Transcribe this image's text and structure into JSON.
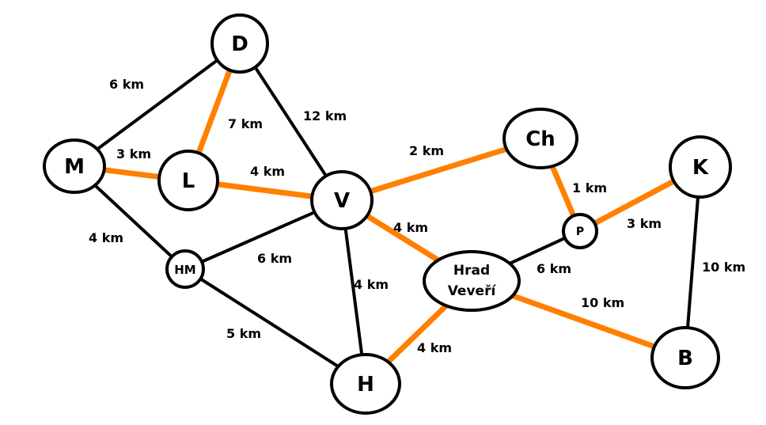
{
  "colors": {
    "highlight_edge": "#ff8000",
    "normal_edge": "#000000",
    "node_stroke": "#000000"
  },
  "nodes": [
    {
      "id": "D",
      "label": "D"
    },
    {
      "id": "M",
      "label": "M"
    },
    {
      "id": "L",
      "label": "L"
    },
    {
      "id": "V",
      "label": "V"
    },
    {
      "id": "HM",
      "label": "HM"
    },
    {
      "id": "H",
      "label": "H"
    },
    {
      "id": "HV",
      "label_lines": [
        "Hrad",
        "Veveří"
      ]
    },
    {
      "id": "Ch",
      "label": "Ch"
    },
    {
      "id": "P",
      "label": "P"
    },
    {
      "id": "K",
      "label": "K"
    },
    {
      "id": "B",
      "label": "B"
    }
  ],
  "edges": [
    {
      "from": "M",
      "to": "D",
      "label": "6 km",
      "highlighted": false
    },
    {
      "from": "D",
      "to": "L",
      "label": "7 km",
      "highlighted": true
    },
    {
      "from": "D",
      "to": "V",
      "label": "12 km",
      "highlighted": false
    },
    {
      "from": "M",
      "to": "L",
      "label": "3 km",
      "highlighted": true
    },
    {
      "from": "L",
      "to": "V",
      "label": "4 km",
      "highlighted": true
    },
    {
      "from": "M",
      "to": "HM",
      "label": "4 km",
      "highlighted": false
    },
    {
      "from": "HM",
      "to": "V",
      "label": "6 km",
      "highlighted": false
    },
    {
      "from": "HM",
      "to": "H",
      "label": "5 km",
      "highlighted": false
    },
    {
      "from": "V",
      "to": "H",
      "label": "4 km",
      "highlighted": false
    },
    {
      "from": "V",
      "to": "Ch",
      "label": "2 km",
      "highlighted": true
    },
    {
      "from": "V",
      "to": "HV",
      "label": "4 km",
      "highlighted": true
    },
    {
      "from": "HV",
      "to": "H",
      "label": "4 km",
      "highlighted": true
    },
    {
      "from": "Ch",
      "to": "P",
      "label": "1 km",
      "highlighted": true
    },
    {
      "from": "P",
      "to": "K",
      "label": "3 km",
      "highlighted": true
    },
    {
      "from": "HV",
      "to": "P",
      "label": "6 km",
      "highlighted": false
    },
    {
      "from": "HV",
      "to": "B",
      "label": "10 km",
      "highlighted": true
    },
    {
      "from": "K",
      "to": "B",
      "label": "10 km",
      "highlighted": false
    }
  ]
}
